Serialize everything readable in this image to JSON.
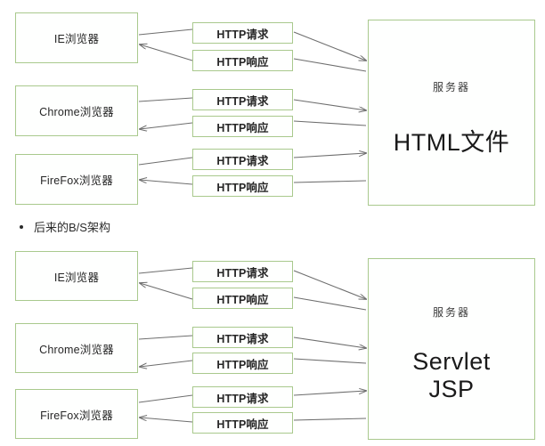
{
  "page": {
    "background": "#ffffff",
    "box_border_color": "#a9c98d",
    "arrow_color": "#6e6e6e"
  },
  "bullet": {
    "text": "后来的B/S架构"
  },
  "diagram_top": {
    "name": "cs-architecture-diagram",
    "browsers": [
      {
        "label": "IE浏览器"
      },
      {
        "label": "Chrome浏览器"
      },
      {
        "label": "FireFox浏览器"
      }
    ],
    "messages": [
      {
        "request": "HTTP请求",
        "response": "HTTP响应"
      },
      {
        "request": "HTTP请求",
        "response": "HTTP响应"
      },
      {
        "request": "HTTP请求",
        "response": "HTTP响应"
      }
    ],
    "server": {
      "label": "服务器",
      "title": "HTML文件",
      "subtitle": ""
    }
  },
  "diagram_bottom": {
    "name": "bs-architecture-diagram",
    "browsers": [
      {
        "label": "IE浏览器"
      },
      {
        "label": "Chrome浏览器"
      },
      {
        "label": "FireFox浏览器"
      }
    ],
    "messages": [
      {
        "request": "HTTP请求",
        "response": "HTTP响应"
      },
      {
        "request": "HTTP请求",
        "response": "HTTP响应"
      },
      {
        "request": "HTTP请求",
        "response": "HTTP响应"
      }
    ],
    "server": {
      "label": "服务器",
      "title": "Servlet",
      "subtitle": "JSP"
    }
  }
}
